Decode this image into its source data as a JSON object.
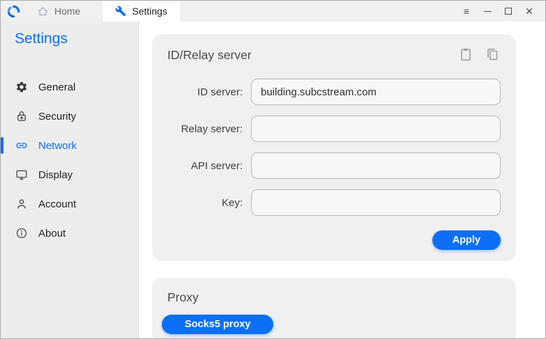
{
  "window": {
    "controls": {
      "menu_glyph": "≡",
      "close_glyph": "✕"
    }
  },
  "titlebar": {
    "tabs": [
      {
        "label": "Home"
      },
      {
        "label": "Settings"
      }
    ]
  },
  "sidebar": {
    "title": "Settings",
    "items": [
      {
        "label": "General",
        "icon": "gear-icon"
      },
      {
        "label": "Security",
        "icon": "lock-icon"
      },
      {
        "label": "Network",
        "icon": "link-icon",
        "active": true
      },
      {
        "label": "Display",
        "icon": "monitor-icon"
      },
      {
        "label": "Account",
        "icon": "person-icon"
      },
      {
        "label": "About",
        "icon": "info-icon"
      }
    ]
  },
  "cards": {
    "id_relay": {
      "title": "ID/Relay server",
      "fields": [
        {
          "label": "ID server:",
          "value": "building.subcstream.com"
        },
        {
          "label": "Relay server:",
          "value": ""
        },
        {
          "label": "API server:",
          "value": ""
        },
        {
          "label": "Key:",
          "value": ""
        }
      ],
      "apply_label": "Apply",
      "icons": [
        "paste-icon",
        "copy-icon"
      ]
    },
    "proxy": {
      "title": "Proxy",
      "button_label": "Socks5 proxy"
    }
  },
  "colors": {
    "accent": "#0c6ff5",
    "card_bg": "#f0f0f1",
    "sidebar_bg": "#ededed",
    "titlebar_bg": "#f0f0f0"
  }
}
